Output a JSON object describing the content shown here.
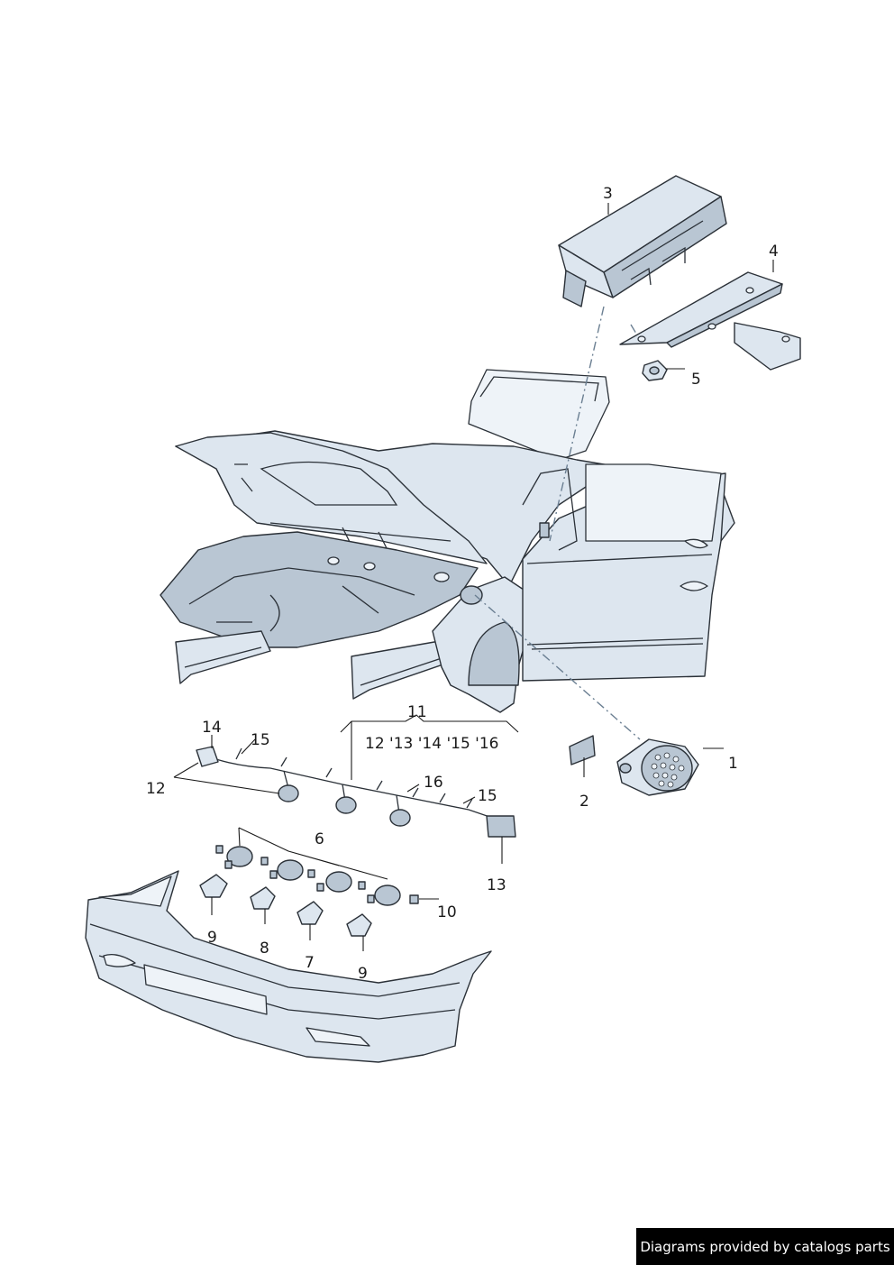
{
  "callouts": {
    "c1": "1",
    "c2": "2",
    "c3": "3",
    "c4": "4",
    "c5": "5",
    "c6": "6",
    "c7": "7",
    "c8": "8",
    "c9a": "9",
    "c9b": "9",
    "c10": "10",
    "c11": "11",
    "c11sub": "12 '13 '14 '15 '16",
    "c12": "12",
    "c13": "13",
    "c14": "14",
    "c15a": "15",
    "c15b": "15",
    "c16": "16"
  },
  "footer": {
    "text": "Diagrams provided by catalogs parts"
  },
  "colors": {
    "part_fill": "#dde6ef",
    "outline": "#2b3138",
    "footer_bg": "#000000"
  }
}
